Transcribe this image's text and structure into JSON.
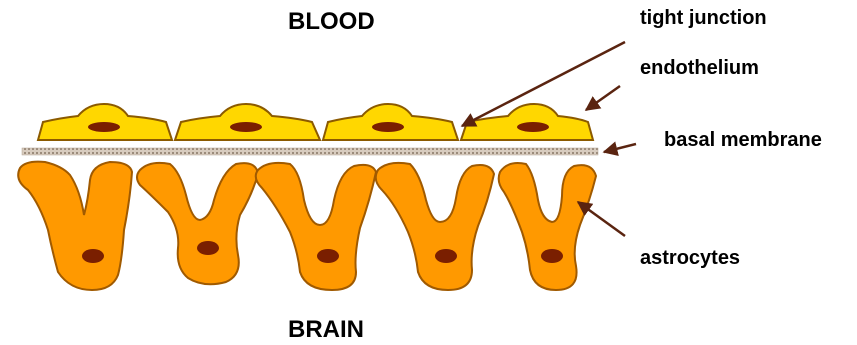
{
  "regions": {
    "top": "BLOOD",
    "bottom": "BRAIN"
  },
  "labels": {
    "tight_junction": "tight junction",
    "endothelium": "endothelium",
    "basal_membrane": "basal membrane",
    "astrocytes": "astrocytes"
  },
  "colors": {
    "endothelium_fill": "#ffd700",
    "endothelium_outline": "#8b5a00",
    "nucleus": "#7a1f00",
    "astrocyte_fill": "#ff9900",
    "astrocyte_outline": "#a05a00",
    "basal_membrane": "#c8b8a8",
    "arrow": "#5a2410"
  }
}
